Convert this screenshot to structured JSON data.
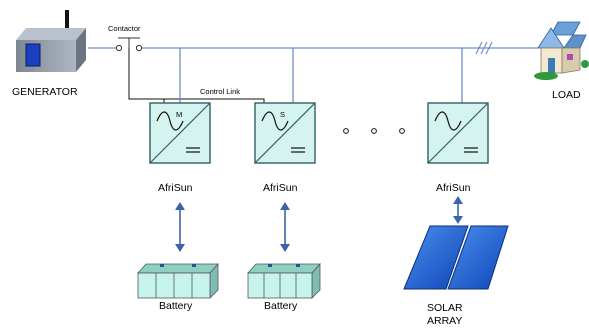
{
  "generator": {
    "label": "GENERATOR"
  },
  "contactor": {
    "label": "Contactor"
  },
  "control_link": {
    "label": "Control Link"
  },
  "load": {
    "label": "LOAD"
  },
  "inverters": [
    {
      "label": "AfriSun",
      "mode": "M"
    },
    {
      "label": "AfriSun",
      "mode": "S"
    },
    {
      "label": "AfriSun",
      "mode": ""
    }
  ],
  "batteries": [
    {
      "label": "Battery"
    },
    {
      "label": "Battery"
    }
  ],
  "solar": {
    "label_line1": "SOLAR",
    "label_line2": "ARRAY"
  },
  "colors": {
    "bus_line": "#6f8fc8",
    "inverter_fill": "#d5f3ef",
    "inverter_stroke": "#2e5f66",
    "battery_fill": "#c6f3ea",
    "arrow": "#3b64a8",
    "solar_panel": "#1f63d1"
  }
}
